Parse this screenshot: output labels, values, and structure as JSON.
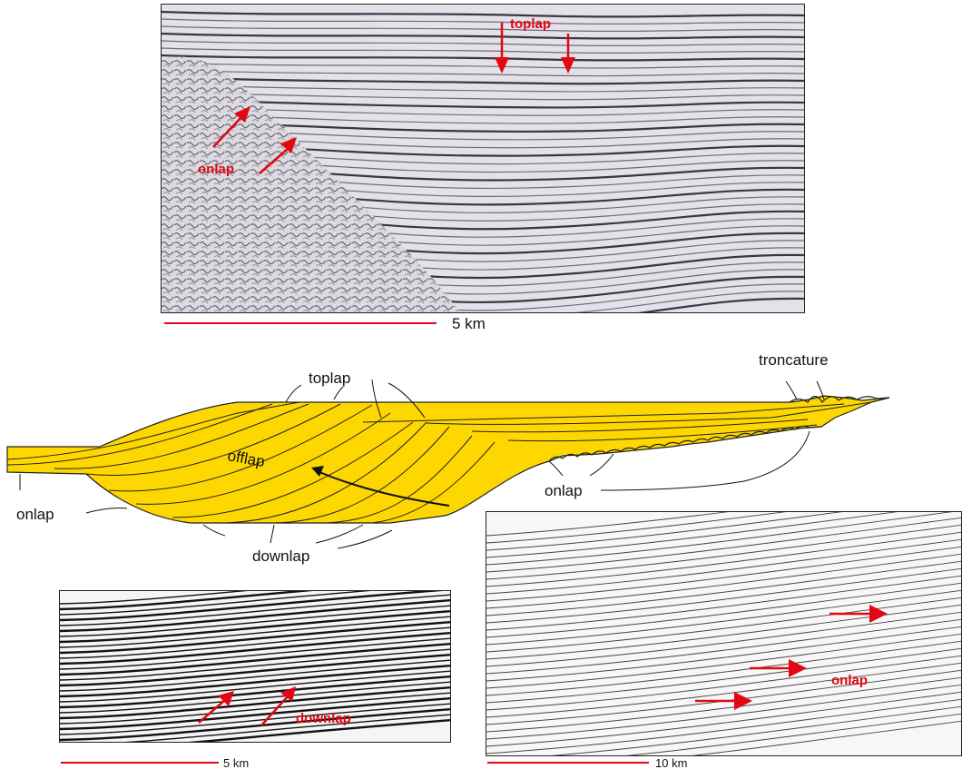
{
  "top_panel": {
    "labels": {
      "toplap": "toplap",
      "onlap": "onlap"
    },
    "scale_bar": "5 km"
  },
  "diagram": {
    "labels": {
      "toplap": "toplap",
      "troncature": "troncature",
      "offlap": "offlap",
      "onlap_left": "onlap",
      "onlap_right": "onlap",
      "downlap": "downlap"
    },
    "fill_color": "#ffd700"
  },
  "bottom_left_panel": {
    "labels": {
      "downlap": "downlap"
    },
    "scale_bar": "5 km"
  },
  "bottom_right_panel": {
    "labels": {
      "onlap": "onlap"
    },
    "scale_bar": "10 km"
  },
  "colors": {
    "annotation": "#e30613",
    "scale_bar": "#e30613"
  }
}
